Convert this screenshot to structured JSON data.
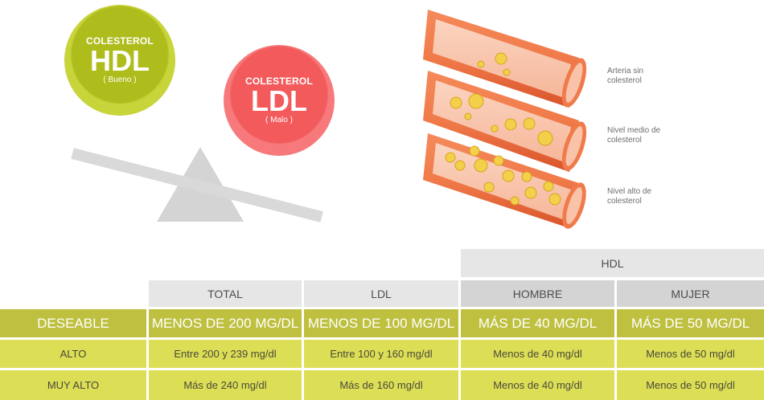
{
  "balance": {
    "hdl": {
      "label": "COLESTEROL",
      "name": "HDL",
      "note": "( Bueno )"
    },
    "ldl": {
      "label": "COLESTEROL",
      "name": "LDL",
      "note": "( Malo )"
    }
  },
  "arteries": [
    {
      "line1": "Arteria sin",
      "line2": "colesterol"
    },
    {
      "line1": "Nivel medio de",
      "line2": "colesterol"
    },
    {
      "line1": "Nivel alto de",
      "line2": "colesterol"
    }
  ],
  "table": {
    "group_header": "HDL",
    "headers": [
      "TOTAL",
      "LDL",
      "HOMBRE",
      "MUJER"
    ],
    "rows": [
      {
        "label": "DESEABLE",
        "cells": [
          "MENOS DE 200 MG/DL",
          "MENOS DE 100 MG/DL",
          "MÁS DE 40 MG/DL",
          "MÁS DE 50 MG/DL"
        ]
      },
      {
        "label": "ALTO",
        "cells": [
          "Entre 200 y 239 mg/dl",
          "Entre 100 y 160 mg/dl",
          "Menos de 40 mg/dl",
          "Menos de 50 mg/dl"
        ]
      },
      {
        "label": "MUY ALTO",
        "cells": [
          "Más de 240 mg/dl",
          "Más de 160 mg/dl",
          "Menos de 40 mg/dl",
          "Menos de 50 mg/dl"
        ]
      }
    ]
  },
  "colors": {
    "hdl_green": "#aebc1c",
    "ldl_red": "#f25a5c",
    "artery_orange": "#f07a4a",
    "row_deseable": "#bfc040",
    "row_alto": "#dcde55"
  }
}
